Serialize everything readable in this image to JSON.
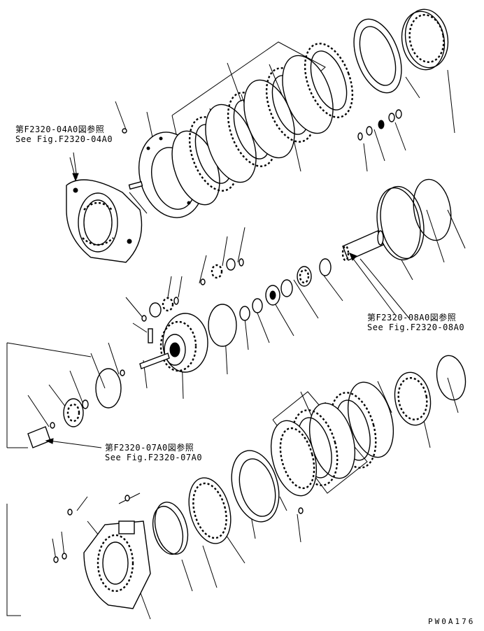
{
  "references": [
    {
      "id": "ref-f2320-04a0",
      "line1": "第F2320-04A0図参照",
      "line2": "See Fig.F2320-04A0"
    },
    {
      "id": "ref-f2320-08a0",
      "line1": "第F2320-08A0図参照",
      "line2": "See Fig.F2320-08A0"
    },
    {
      "id": "ref-f2320-07a0",
      "line1": "第F2320-07A0図参照",
      "line2": "See Fig.F2320-07A0"
    }
  ],
  "drawing_code": "PW0A176"
}
